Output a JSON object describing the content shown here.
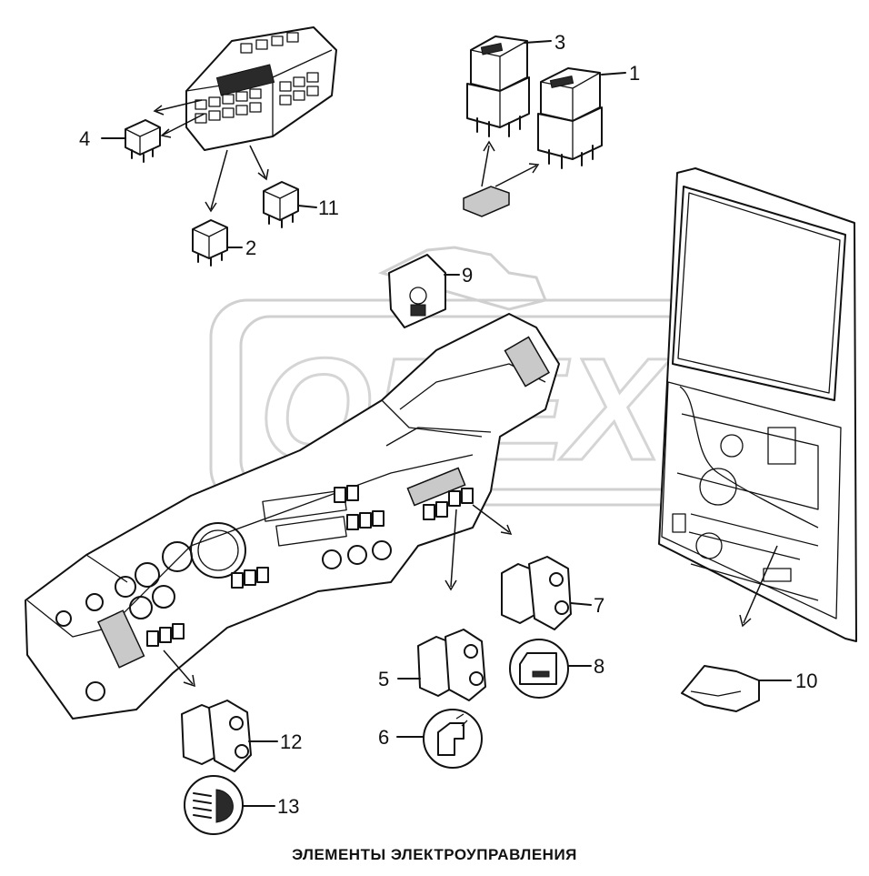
{
  "diagram": {
    "caption": "ЭЛЕМЕНТЫ ЭЛЕКТРОУПРАВЛЕНИЯ",
    "watermark_text": "OPEX",
    "callouts": [
      {
        "id": "c1",
        "label": "1"
      },
      {
        "id": "c2",
        "label": "2"
      },
      {
        "id": "c3",
        "label": "3"
      },
      {
        "id": "c4",
        "label": "4"
      },
      {
        "id": "c5",
        "label": "5"
      },
      {
        "id": "c6",
        "label": "6"
      },
      {
        "id": "c7",
        "label": "7"
      },
      {
        "id": "c8",
        "label": "8"
      },
      {
        "id": "c9",
        "label": "9"
      },
      {
        "id": "c10",
        "label": "10"
      },
      {
        "id": "c11",
        "label": "11"
      },
      {
        "id": "c12",
        "label": "12"
      },
      {
        "id": "c13",
        "label": "13"
      }
    ]
  }
}
